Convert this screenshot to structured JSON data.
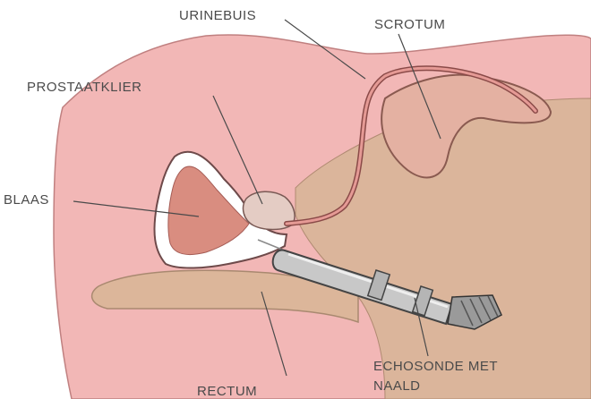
{
  "labels": {
    "urethra": "URINEBUIS",
    "scrotum": "SCROTUM",
    "prostate": "PROSTAATKLIER",
    "bladder": "BLAAS",
    "probe_line1": "ECHOSONDE MET",
    "probe_line2": "NAALD",
    "rectum": "RECTUM"
  },
  "colors": {
    "body": "#f2b7b6",
    "pelvis": "#d9b299",
    "bladder_fill": "#d98d80",
    "outline": "#6e4a4a",
    "leader": "#4a4a4a",
    "text": "#4a4a4a"
  }
}
